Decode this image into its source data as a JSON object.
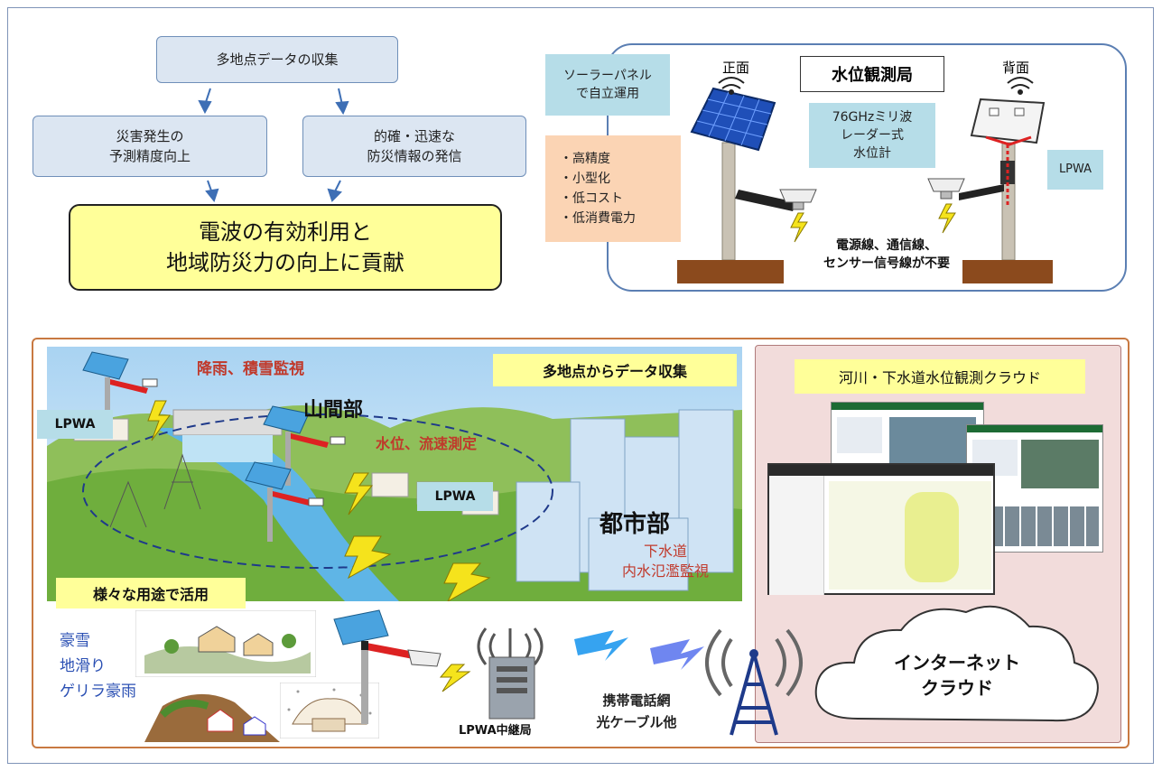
{
  "flow": {
    "top_box": "多地点データの収集",
    "left_box": [
      "災害発生の",
      "予測精度向上"
    ],
    "right_box": [
      "的確・迅速な",
      "防災情報の発信"
    ],
    "result_box": [
      "電波の有効利用と",
      "地域防災力の向上に貢献"
    ]
  },
  "station": {
    "title": "水位観測局",
    "front_label": "正面",
    "back_label": "背面",
    "solar_callout": [
      "ソーラーパネル",
      "で自立運用"
    ],
    "features": [
      "・高精度",
      "・小型化",
      "・低コスト",
      "・低消費電力"
    ],
    "sensor_callout": [
      "76GHzミリ波",
      "レーダー式",
      "水位計"
    ],
    "lpwa_label": "LPWA",
    "wires_note": [
      "電源線、通信線、",
      "センサー信号線が不要"
    ]
  },
  "scene": {
    "collect_label": "多地点からデータ収集",
    "rain_snow": "降雨、積雪監視",
    "mountain": "山間部",
    "water_speed": "水位、流速測定",
    "lpwa_left": "LPWA",
    "lpwa_mid": "LPWA",
    "city": "都市部",
    "sewer": [
      "下水道",
      "内水氾濫監視"
    ],
    "uses_label": "様々な用途で活用",
    "uses": [
      "豪雪",
      "地滑り",
      "ゲリラ豪雨"
    ],
    "relay_label": "LPWA中継局",
    "network": [
      "携帯電話網",
      "光ケーブル他"
    ]
  },
  "cloud": {
    "title": "河川・下水道水位観測クラウド",
    "internet": [
      "インターネット",
      "クラウド"
    ]
  },
  "colors": {
    "accent_blue": "#dce6f2",
    "highlight_yellow": "#ffff99",
    "callout_blue": "#b6dde8",
    "callout_peach": "#fbd4b4",
    "cloud_bg": "#f2dcdb",
    "alert_red": "#c0392b"
  }
}
